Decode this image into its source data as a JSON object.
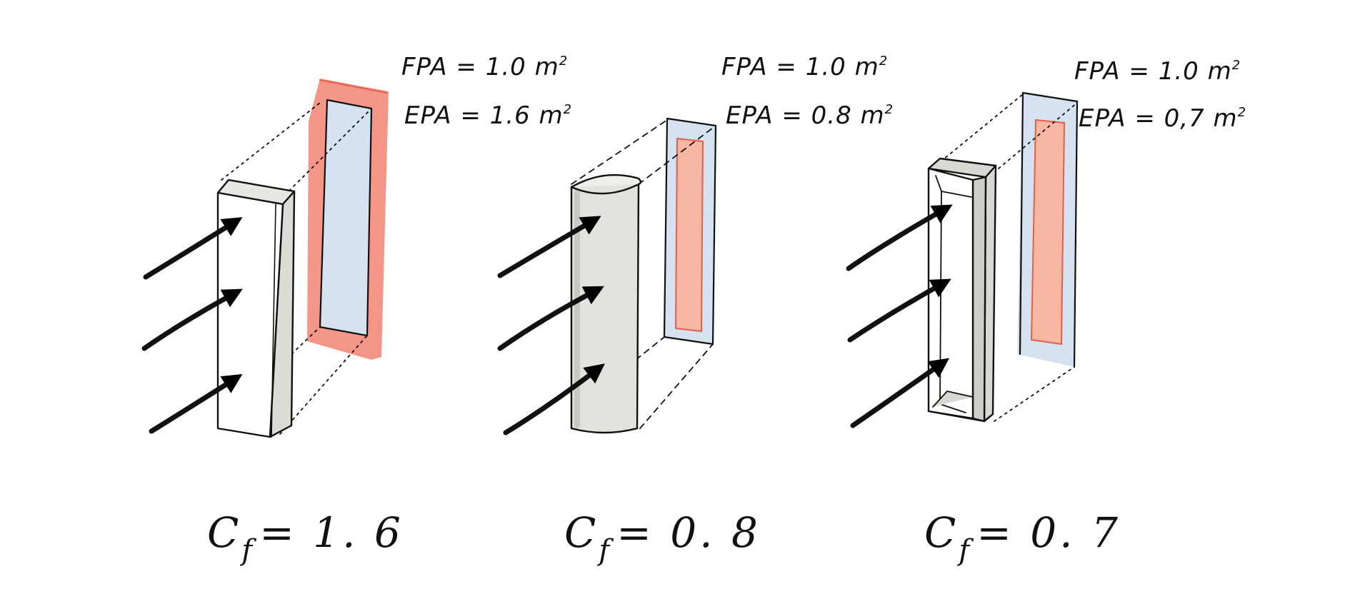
{
  "panels": [
    {
      "shape": "flat-plate",
      "fpa_text": "FPA = 1.0 m",
      "fpa_exp": "2",
      "epa_text": "EPA = 1.6 m",
      "epa_exp": "2",
      "cf_symbol": "C",
      "cf_sub": "f",
      "cf_value": "= 1. 6",
      "outer_color": "#f38b7a",
      "inner_color": "#d6e2ef"
    },
    {
      "shape": "cylinder",
      "fpa_text": "FPA = 1.0 m",
      "fpa_exp": "2",
      "epa_text": "EPA = 0.8 m",
      "epa_exp": "2",
      "cf_symbol": "C",
      "cf_sub": "f",
      "cf_value": "= 0. 8",
      "outer_color": "#d6e2ef",
      "inner_color": "#f7b7a3"
    },
    {
      "shape": "channel",
      "fpa_text": "FPA = 1.0 m",
      "fpa_exp": "2",
      "epa_text": "EPA = 0,7 m",
      "epa_exp": "2",
      "cf_symbol": "C",
      "cf_sub": "f",
      "cf_value": "= 0. 7",
      "outer_color": "#d6e2ef",
      "inner_color": "#f7b7a3"
    }
  ]
}
